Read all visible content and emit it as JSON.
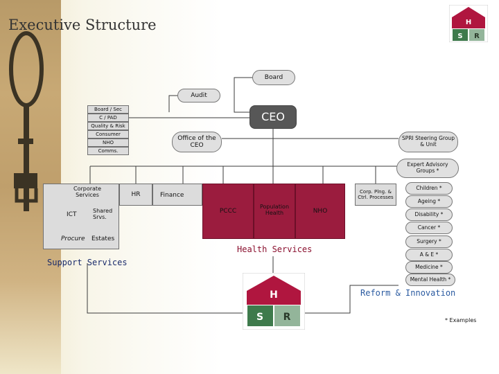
{
  "title": "Executive Structure",
  "logo": {
    "letters": [
      "H",
      "S",
      "R"
    ]
  },
  "top": {
    "board": "Board",
    "audit": "Audit",
    "ceo": "CEO",
    "office": "Office of the CEO",
    "spri": "SPRI Steering Group & Unit",
    "expert": "Expert Advisory Groups *"
  },
  "ceo_staff": [
    "Board / Sec",
    "C / PAD",
    "Quality & Risk",
    "Consumer",
    "NHO",
    "Comms."
  ],
  "support": {
    "corporate": "Corporate Services",
    "ict": "ICT",
    "shared": "Shared Srvs.",
    "procure": "Procure",
    "estates": "Estates",
    "hr": "HR",
    "finance": "Finance",
    "label": "Support Services"
  },
  "health": {
    "pccc": "PCCC",
    "population": "Population Health",
    "nho": "NHO",
    "corp": "Corp. Plng. & Ctrl. Processes",
    "label": "Health Services"
  },
  "advisory": [
    "Children *",
    "Ageing *",
    "Disability *",
    "Cancer *",
    "Surgery *",
    "A & E *",
    "Medicine *",
    "Mental Health *"
  ],
  "reform": "Reform & Innovation",
  "footnote": "* Examples",
  "colors": {
    "health_red": "#9b1c3e",
    "logo_red": "#b0163f",
    "logo_green": "#3e7a4c",
    "logo_lightgreen": "#93b59a",
    "reform_blue": "#2a5aa0"
  }
}
